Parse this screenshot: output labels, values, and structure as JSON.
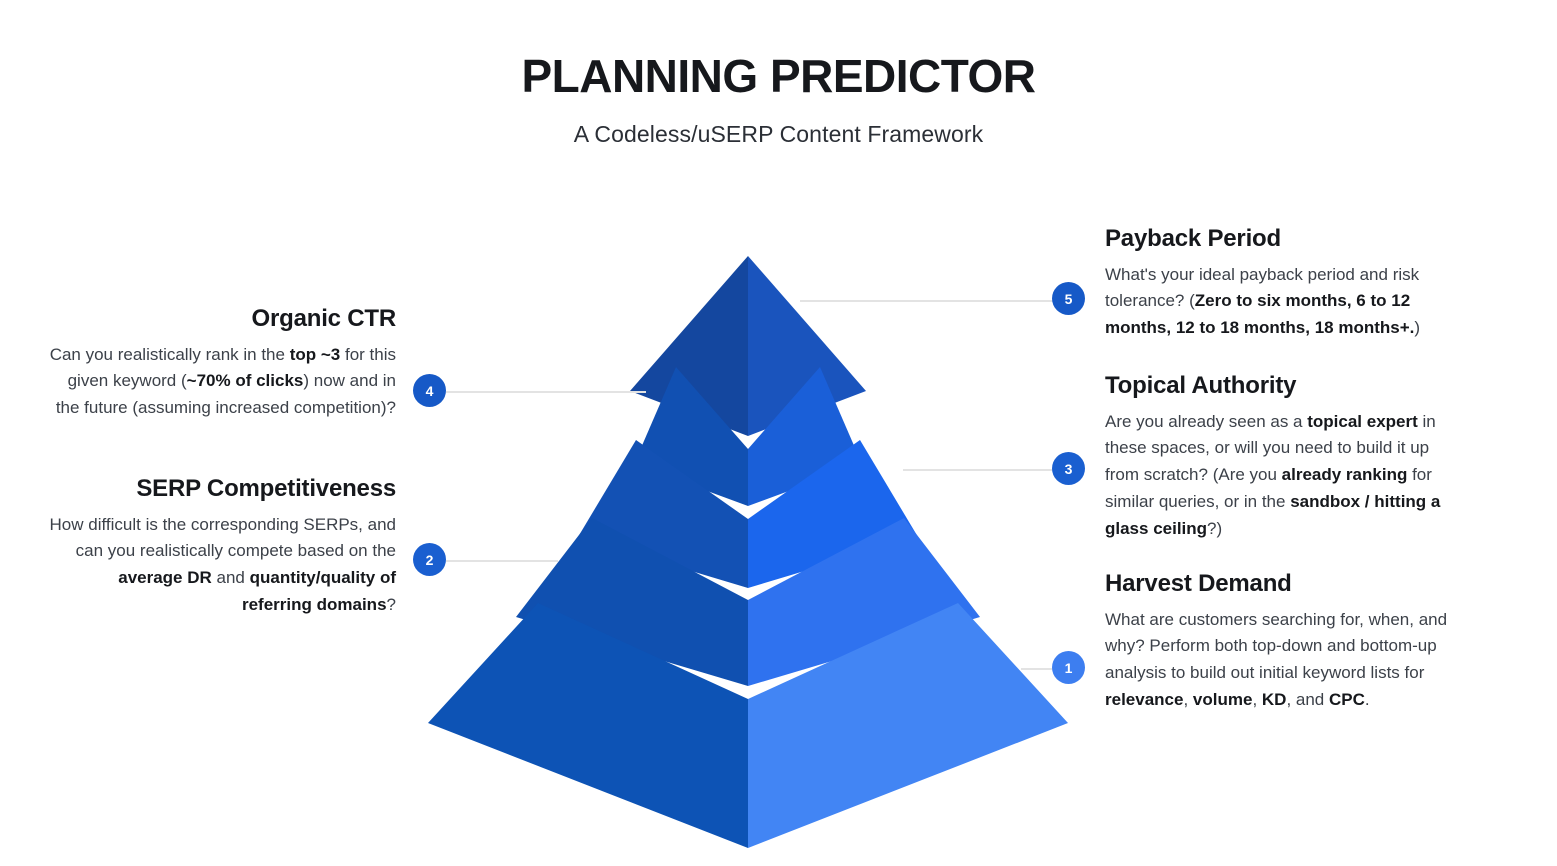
{
  "header": {
    "title": "PLANNING PREDICTOR",
    "subtitle": "A Codeless/uSERP Content Framework"
  },
  "colors": {
    "background": "#ffffff",
    "title_text": "#16181c",
    "body_text": "#3c4149",
    "connector_line": "#e3e3e3",
    "tier_gap": "#e1e1de",
    "badge_blue_dark": "#1659c7",
    "badge_blue_mid": "#1a5fd0",
    "badge_blue_light": "#3d7ef0",
    "tier1_left": "#0d53b5",
    "tier1_right": "#4285f4",
    "tier2_left": "#1050b0",
    "tier2_right": "#2f72ef",
    "tier3_left": "#1351b4",
    "tier3_right": "#1b66ed",
    "tier4_left": "#1150b2",
    "tier4_right": "#1a5fd8",
    "tier5_left": "#14479f",
    "tier5_right": "#1a54bd"
  },
  "chart_data": {
    "type": "pyramid",
    "title": "PLANNING PREDICTOR",
    "subtitle": "A Codeless/uSERP Content Framework",
    "orientation": "bottom-to-top",
    "level_count": 5,
    "levels": [
      {
        "number": "1",
        "label": "Harvest Demand",
        "side": "right",
        "rank": "base"
      },
      {
        "number": "2",
        "label": "SERP Competitiveness",
        "side": "left",
        "rank": "second"
      },
      {
        "number": "3",
        "label": "Topical Authority",
        "side": "right",
        "rank": "middle"
      },
      {
        "number": "4",
        "label": "Organic CTR",
        "side": "left",
        "rank": "fourth"
      },
      {
        "number": "5",
        "label": "Payback Period",
        "side": "right",
        "rank": "apex"
      }
    ]
  },
  "badges": {
    "b1": "1",
    "b2": "2",
    "b3": "3",
    "b4": "4",
    "b5": "5"
  },
  "blocks": {
    "payback_period": {
      "heading": "Payback Period",
      "body_runs": [
        {
          "text": "What's your ideal payback period and risk tolerance? (",
          "bold": false
        },
        {
          "text": "Zero to six months, 6 to 12 months, 12 to 18 months, 18 months+.",
          "bold": true
        },
        {
          "text": ")",
          "bold": false
        }
      ]
    },
    "topical_authority": {
      "heading": "Topical Authority",
      "body_runs": [
        {
          "text": "Are you already seen as a ",
          "bold": false
        },
        {
          "text": "topical expert",
          "bold": true
        },
        {
          "text": " in these spaces, or will you need to build it up from scratch? (Are you ",
          "bold": false
        },
        {
          "text": "already ranking",
          "bold": true
        },
        {
          "text": " for similar queries, or in the ",
          "bold": false
        },
        {
          "text": "sandbox / hitting a glass ceiling",
          "bold": true
        },
        {
          "text": "?)",
          "bold": false
        }
      ]
    },
    "harvest_demand": {
      "heading": "Harvest Demand",
      "body_runs": [
        {
          "text": "What are customers searching for, when, and why? Perform both top-down and bottom-up analysis to build out initial keyword lists for ",
          "bold": false
        },
        {
          "text": "relevance",
          "bold": true
        },
        {
          "text": ", ",
          "bold": false
        },
        {
          "text": "volume",
          "bold": true
        },
        {
          "text": ", ",
          "bold": false
        },
        {
          "text": "KD",
          "bold": true
        },
        {
          "text": ", and ",
          "bold": false
        },
        {
          "text": "CPC",
          "bold": true
        },
        {
          "text": ".",
          "bold": false
        }
      ]
    },
    "organic_ctr": {
      "heading": "Organic CTR",
      "body_runs": [
        {
          "text": "Can you realistically rank in the ",
          "bold": false
        },
        {
          "text": "top ~3",
          "bold": true
        },
        {
          "text": " for this given keyword (",
          "bold": false
        },
        {
          "text": "~70% of clicks",
          "bold": true
        },
        {
          "text": ") now and in the future (assuming increased competition)?",
          "bold": false
        }
      ]
    },
    "serp_competitiveness": {
      "heading": "SERP Competitiveness",
      "body_runs": [
        {
          "text": "How difficult is the corresponding SERPs, and can you realistically compete based on the ",
          "bold": false
        },
        {
          "text": "average DR",
          "bold": true
        },
        {
          "text": " and ",
          "bold": false
        },
        {
          "text": "quantity/quality of referring domains",
          "bold": true
        },
        {
          "text": "?",
          "bold": false
        }
      ]
    }
  }
}
